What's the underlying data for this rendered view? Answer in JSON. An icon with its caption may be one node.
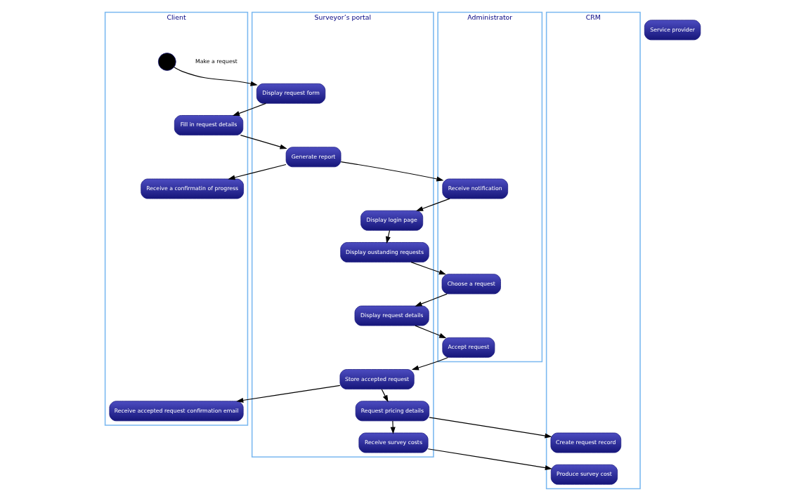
{
  "diagram": {
    "nodes": [
      {
        "text": [
          "Client"
        ]
      },
      {
        "text": [
          "Surveyor’s portal"
        ]
      },
      {
        "text": [
          "Administrator"
        ]
      },
      {
        "text": [
          "Service provider"
        ]
      },
      {
        "text": [
          "CRM"
        ]
      },
      {
        "text": [],
        "shape": "circle",
        "in": 0,
        "beside": [
          "Make a request"
        ]
      },
      {
        "text": [
          "Display request form"
        ],
        "in": 1
      },
      {
        "text": [
          "Fill in request details"
        ],
        "in": 0
      },
      {
        "text": [
          "Generate report"
        ],
        "in": 1
      },
      {
        "text": [
          "Receive notification"
        ],
        "in": 2
      },
      {
        "text": [
          "Receive a confirmatin of progress"
        ],
        "in": 0
      },
      {
        "text": [
          "Display login page"
        ],
        "in": 1
      },
      {
        "text": [
          "Display oustanding requests"
        ],
        "in": 1
      },
      {
        "text": [
          "Choose a request"
        ],
        "in": 2
      },
      {
        "text": [
          "Display request details"
        ],
        "in": 1
      },
      {
        "text": [
          "Accept request"
        ],
        "in": 2
      },
      {
        "text": [
          "Store accepted request"
        ],
        "in": 1
      },
      {
        "text": [
          "Receive accepted request confirmation email"
        ],
        "in": 0
      },
      {
        "text": [
          "Request pricing details"
        ],
        "in": 1
      },
      {
        "text": [
          "Create request record"
        ],
        "in": 4
      },
      {
        "text": [
          "Receive survey costs"
        ],
        "in": 1
      },
      {
        "text": [
          "Produce survey cost"
        ],
        "in": 4
      }
    ],
    "edges": [
      {
        "from": 5,
        "to": 6,
        "arrow": "to"
      },
      {
        "from": 6,
        "to": 7,
        "arrow": "to"
      },
      {
        "from": 7,
        "to": 8,
        "arrow": "to"
      },
      {
        "from": 8,
        "to": 9,
        "arrow": "to"
      },
      {
        "from": 8,
        "to": 10,
        "arrow": "to"
      },
      {
        "from": 9,
        "to": 11,
        "arrow": "to"
      },
      {
        "from": 11,
        "to": 12,
        "arrow": "to"
      },
      {
        "from": 12,
        "to": 13,
        "arrow": "to"
      },
      {
        "from": 13,
        "to": 14,
        "arrow": "to"
      },
      {
        "from": 14,
        "to": 15,
        "arrow": "to"
      },
      {
        "from": 15,
        "to": 16,
        "arrow": "to"
      },
      {
        "from": 16,
        "to": 17,
        "arrow": "to"
      },
      {
        "from": 16,
        "to": 18,
        "arrow": "to"
      },
      {
        "from": 18,
        "to": 19,
        "arrow": "to"
      },
      {
        "from": 18,
        "to": 20,
        "arrow": "to"
      },
      {
        "from": 20,
        "to": 21,
        "arrow": "to"
      }
    ]
  }
}
